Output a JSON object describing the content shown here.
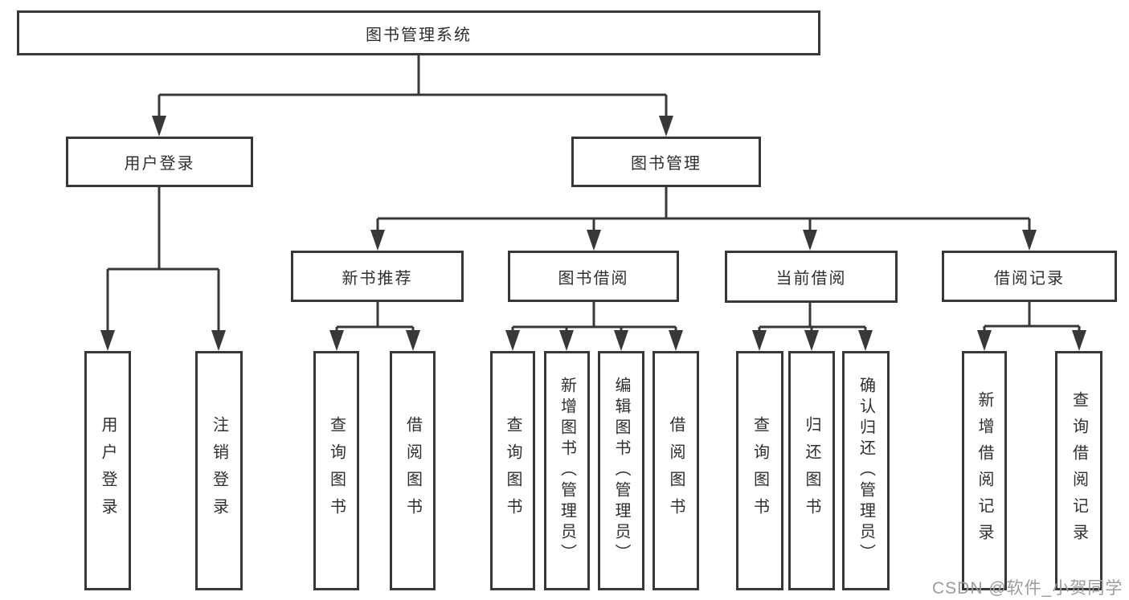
{
  "tree": {
    "root": {
      "label": "图书管理系统"
    },
    "children": [
      {
        "label": "用户登录",
        "children": [
          {
            "label": "用户登录"
          },
          {
            "label": "注销登录"
          }
        ]
      },
      {
        "label": "图书管理",
        "children": [
          {
            "label": "新书推荐",
            "children": [
              {
                "label": "查询图书"
              },
              {
                "label": "借阅图书"
              }
            ]
          },
          {
            "label": "图书借阅",
            "children": [
              {
                "label": "查询图书"
              },
              {
                "label": "新增图书（管理员）"
              },
              {
                "label": "编辑图书（管理员）"
              },
              {
                "label": "借阅图书"
              }
            ]
          },
          {
            "label": "当前借阅",
            "children": [
              {
                "label": "查询图书"
              },
              {
                "label": "归还图书"
              },
              {
                "label": "确认归还（管理员）"
              }
            ]
          },
          {
            "label": "借阅记录",
            "children": [
              {
                "label": "新增借阅记录"
              },
              {
                "label": "查询借阅记录"
              }
            ]
          }
        ]
      }
    ]
  },
  "watermark": {
    "text": "CSDN @软件_小贺同学"
  },
  "colors": {
    "line": "#383838",
    "text": "#2f2f2f",
    "background": "#ffffff",
    "watermark": "#9c9c9c"
  }
}
